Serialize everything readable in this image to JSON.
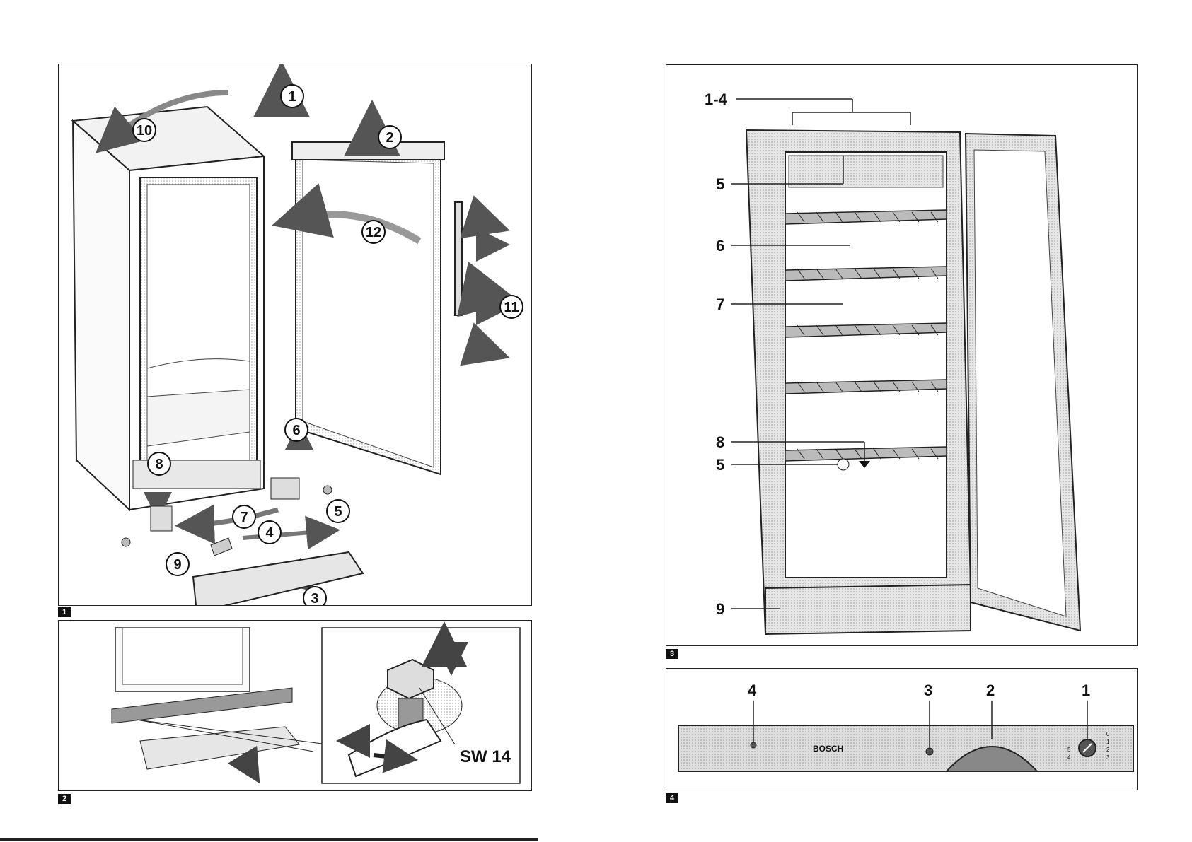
{
  "figures": {
    "fig1": {
      "tag": "1",
      "callouts": [
        "1",
        "2",
        "3",
        "4",
        "5",
        "6",
        "7",
        "8",
        "9",
        "10",
        "11",
        "12"
      ]
    },
    "fig2": {
      "tag": "2",
      "wrench_label": "SW 14"
    },
    "fig3": {
      "tag": "3",
      "labels": [
        "1-4",
        "5",
        "6",
        "7",
        "8",
        "5",
        "9"
      ]
    },
    "fig4": {
      "tag": "4",
      "labels": [
        "4",
        "3",
        "2",
        "1"
      ],
      "brand": "BOSCH",
      "dial_marks": [
        "0",
        "1",
        "2",
        "3",
        "4",
        "5"
      ]
    }
  },
  "colors": {
    "line": "#222222",
    "arrow_fill": "#7a7a7a",
    "panel_fill": "#d6d6d6"
  }
}
